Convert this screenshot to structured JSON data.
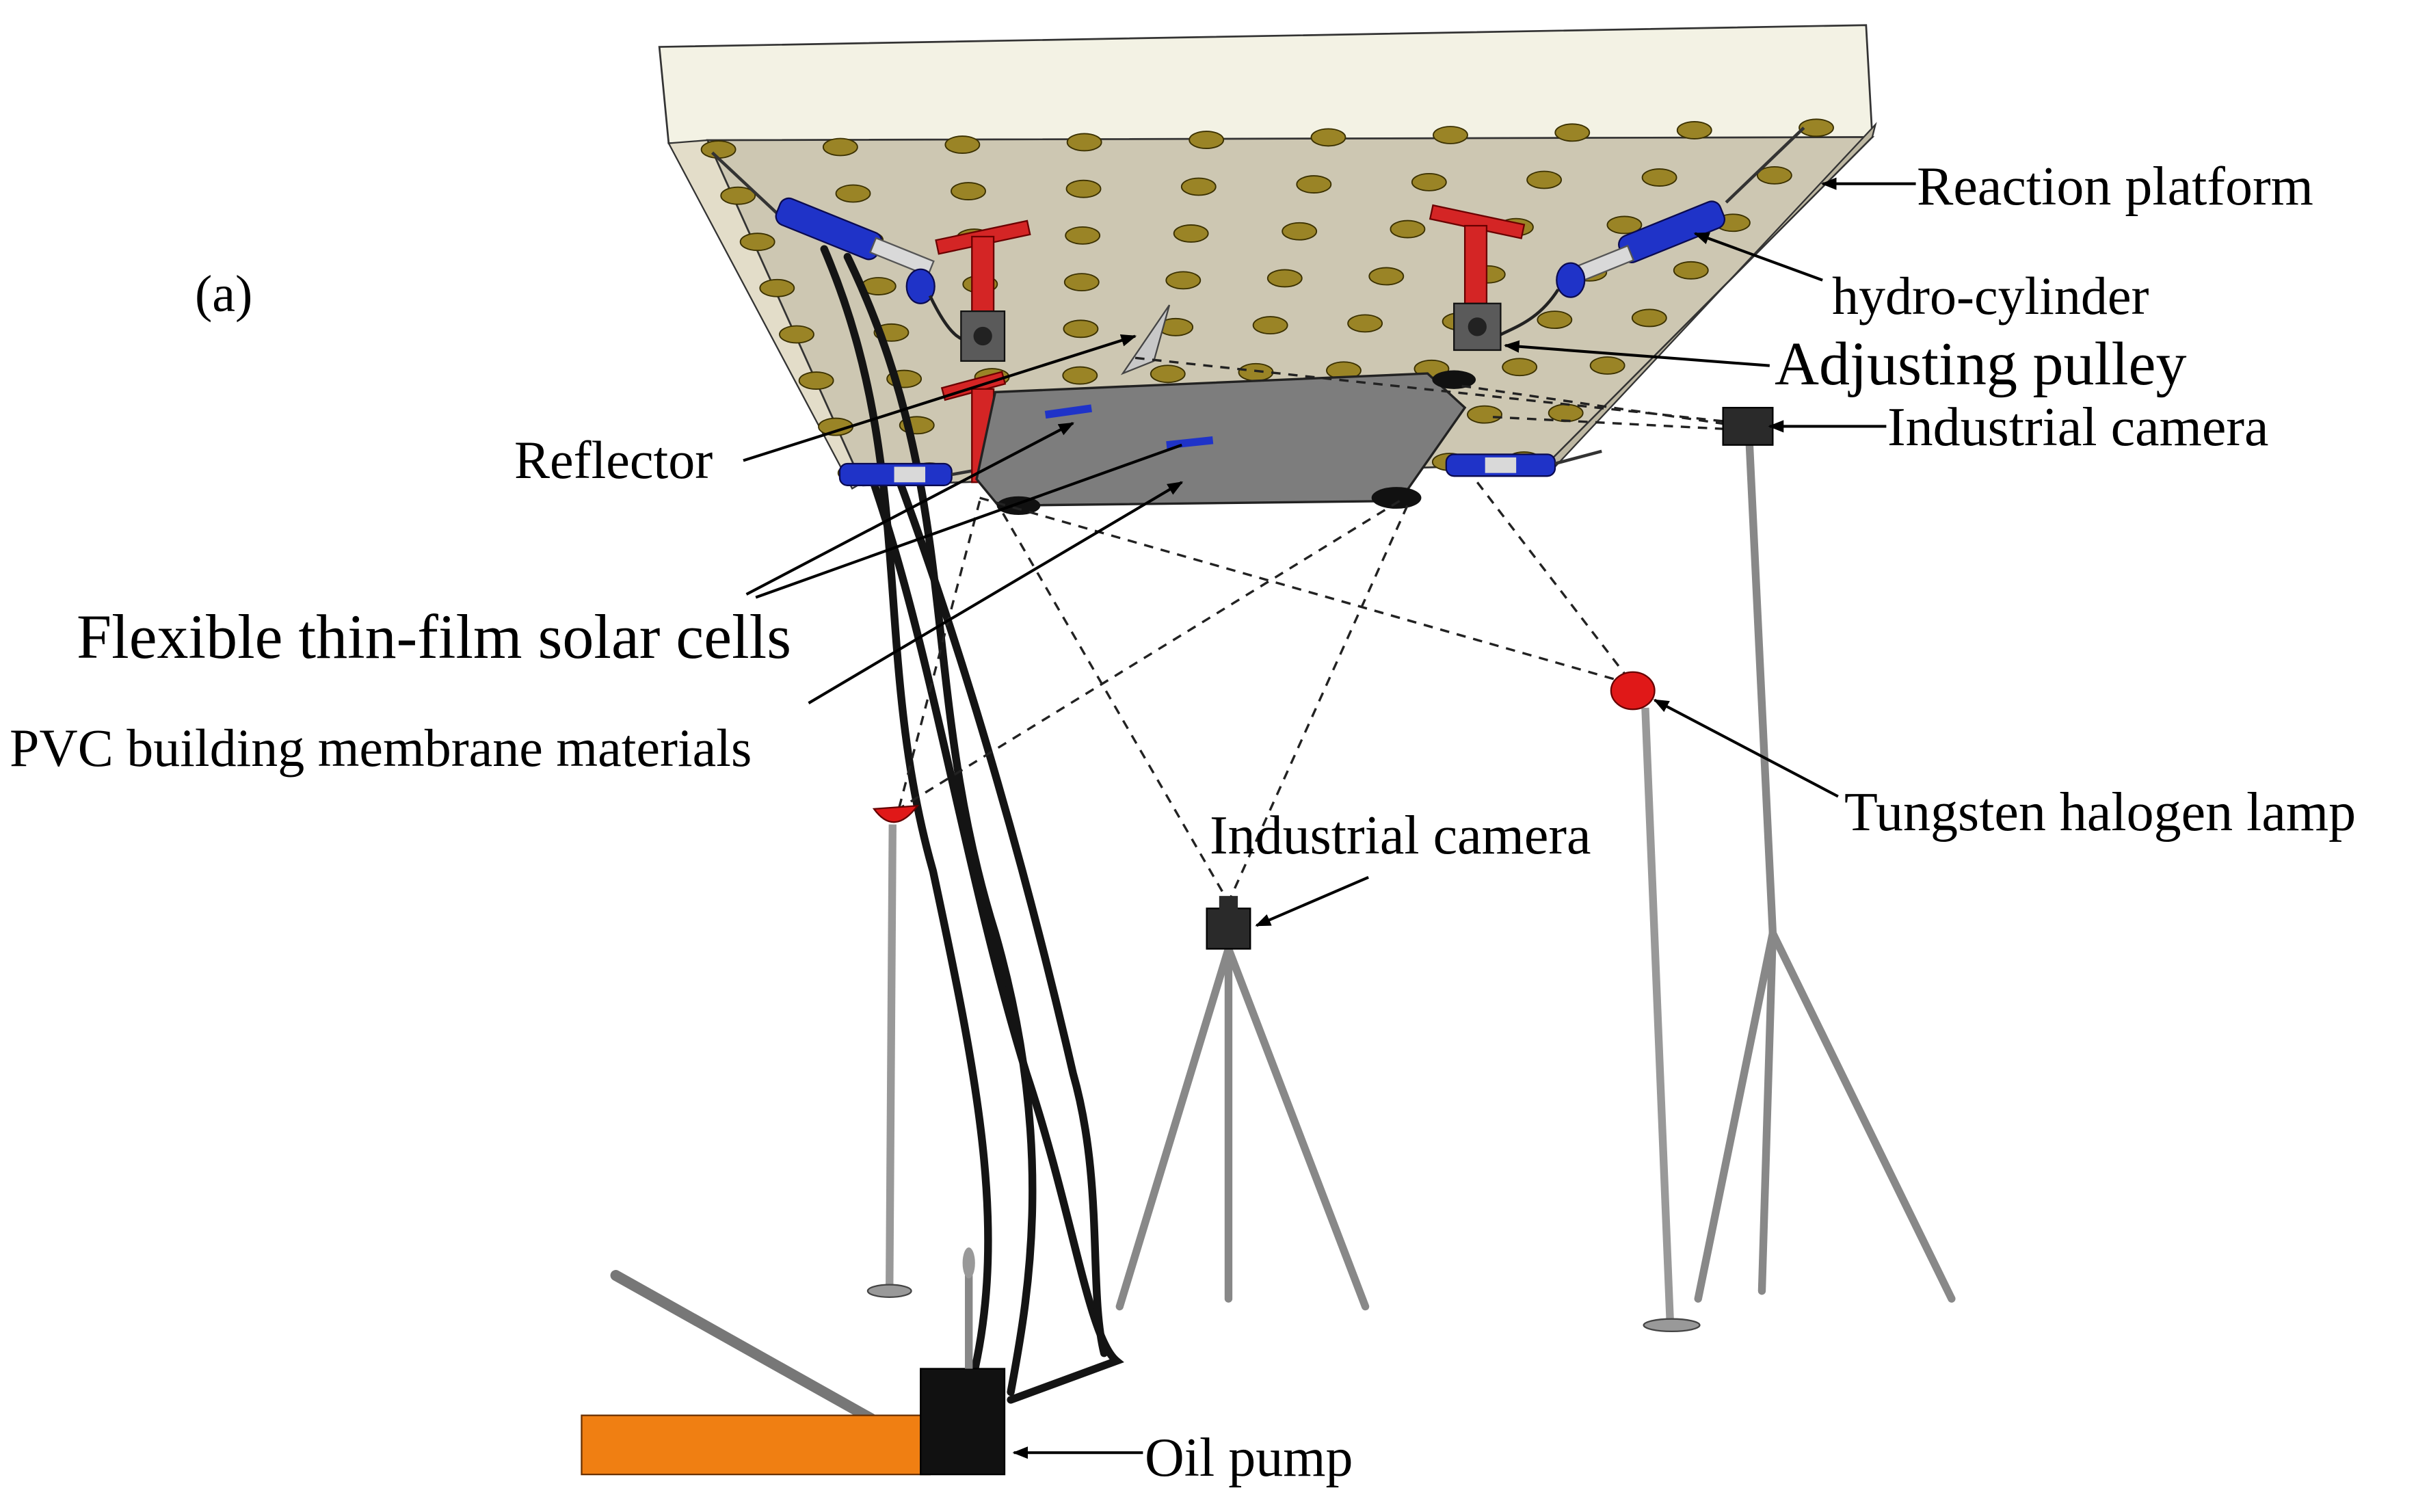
{
  "figure": {
    "panel_label": "(a)",
    "labels": {
      "reaction_platform": "Reaction platform",
      "hydro_cylinder": "hydro-cylinder",
      "adjusting_pulley": "Adjusting pulley",
      "industrial_camera_right": "Industrial camera",
      "reflector": "Reflector",
      "flexible_solar_cells": "Flexible thin-film solar cells",
      "pvc_membrane": "PVC building membrane materials",
      "industrial_camera_center": "Industrial camera",
      "tungsten_lamp": "Tungsten halogen lamp",
      "oil_pump": "Oil pump"
    }
  },
  "colors": {
    "platform_top": "#f3f2e4",
    "platform_face": "#dcd7c4",
    "platform_underside": "#c9c3ae",
    "hole": "#9a8426",
    "hydro_cylinder": "#1f33c8",
    "pulley_bracket": "#d42525",
    "membrane": "#7d7d7d",
    "lamp": "#e01818",
    "pole": "#b0b0b0",
    "pump_base": "#f07f12",
    "cable": "#151515"
  }
}
